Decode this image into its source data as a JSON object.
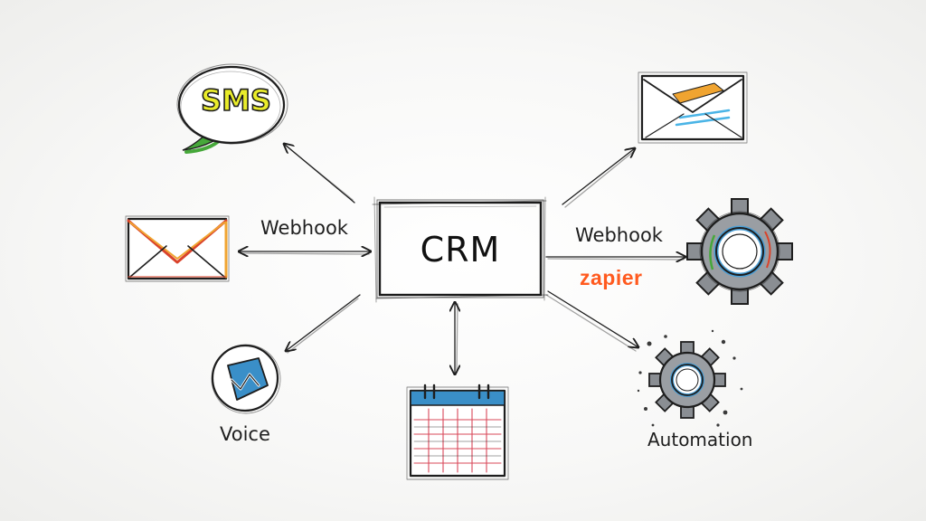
{
  "hub": {
    "label": "CRM"
  },
  "edges": {
    "left_email_label": "Webhook",
    "right_gear_label": "Webhook",
    "right_gear_service": "zapier"
  },
  "nodes": {
    "sms": {
      "label": "SMS",
      "icon": "sms-speech-bubble-icon"
    },
    "email_left": {
      "icon": "envelope-icon"
    },
    "email_top_right": {
      "icon": "open-envelope-icon"
    },
    "gear_right": {
      "icon": "gear-icon"
    },
    "voice": {
      "label": "Voice",
      "icon": "voice-message-icon"
    },
    "calendar": {
      "icon": "calendar-icon"
    },
    "automation": {
      "label": "Automation",
      "icon": "gear-icon"
    }
  },
  "colors": {
    "ink": "#1e1e1e",
    "sms_fill": "#e9ec2a",
    "sms_tail": "#46a83a",
    "envelope_accent": "#f0a430",
    "envelope_red": "#d9432b",
    "mail_blue": "#4ab4e6",
    "gear_ring": "#4a9fd6",
    "calendar_header": "#3a8fc8",
    "calendar_grid": "#d8485a",
    "zapier": "#ff5a1f"
  }
}
